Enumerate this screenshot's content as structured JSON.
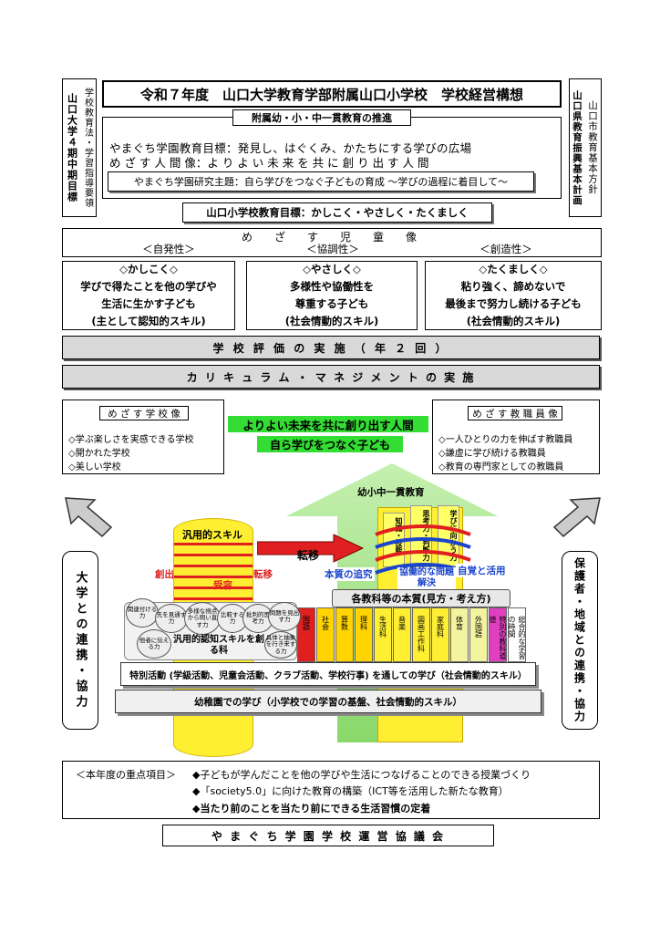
{
  "left_tab": {
    "col1": "山口大学４期中期目標",
    "col2": "学校教育法・学習指導要領"
  },
  "right_tab": {
    "col1": "山口県教育振興基本計画",
    "col2": "山口市教育基本方針"
  },
  "title": "令和７年度　山口大学教育学部附属山口小学校　学校経営構想",
  "integrated": {
    "label": "附属幼・小・中一貫教育の推進",
    "line1": "やまぐち学園教育目標：発見し、はぐくみ、かたちにする学びの広場",
    "line2": "め ざ す 人 間 像：よ り よ い 未 来 を 共 に 創 り 出 す 人 間",
    "research": "やまぐち学園研究主題：自ら学びをつなぐ子どもの育成 ～学びの過程に着目して～"
  },
  "school_goal": "山口小学校教育目標：かしこく・やさしく・たくましく",
  "child_image": {
    "heading": "め　ざ　す　児　童　像",
    "labels": [
      "＜自発性＞",
      "＜協調性＞",
      "＜創造性＞"
    ],
    "cards": [
      {
        "title": "◇かしこく◇",
        "l1": "学びで得たことを他の学びや",
        "l2": "生活に生かす子ども",
        "l3": "(主として認知的スキル)"
      },
      {
        "title": "◇やさしく◇",
        "l1": "多様性や協働性を",
        "l2": "尊重する子ども",
        "l3": "(社会情動的スキル)"
      },
      {
        "title": "◇たくましく◇",
        "l1": "粘り強く、諦めないで",
        "l2": "最後まで努力し続ける子ども",
        "l3": "(社会情動的スキル)"
      }
    ]
  },
  "evaluation": "学 校 評 価 の 実 施 （ 年 ２ 回 ）",
  "curriculum": "カ リ キ ュ ラ ム ・ マ ネ ジ メ ン ト の 実 施",
  "school_image": {
    "heading": "め ざ す 学 校 像",
    "items": [
      "◇学ぶ楽しさを実感できる学校",
      "◇開かれた学校",
      "◇美しい学校"
    ]
  },
  "staff_image": {
    "heading": "め ざ す 教 職 員 像",
    "items": [
      "◇一人ひとりの力を伸ばす教職員",
      "◇謙虚に学び続ける教職員",
      "◇教育の専門家としての教職員"
    ]
  },
  "banner": {
    "line1": "よりよい未来を共に創り出す人間",
    "line2": "自ら学びをつなぐ子ども"
  },
  "left_side": "大学との連携・協力",
  "right_side": "保護者・地域との連携・協力",
  "diagram": {
    "arrow_label": "幼小中一貫教育",
    "skill_label": "汎用的スキル",
    "transfer": "転移",
    "create": "創出",
    "accept": "受容",
    "transfer2": "転移",
    "essence_pursuit": "本質の追究",
    "collab": "協働的な問題解決",
    "self_aware": "自覚と活用",
    "essence": "各教科等の本質(見方・考え方)",
    "columns": [
      "知識・技能",
      "思考力・判断力",
      "学びに向かう力"
    ],
    "bubbles": [
      "関連付ける力",
      "先を見通す力",
      "多様な視点から問い直す力",
      "比較する力",
      "批判的思考力",
      "問題を見出す力",
      "他者に伝える力",
      "具体と抽象を行き来する力"
    ],
    "cognitive_subject": "汎用的認知スキルを創る科",
    "subjects": [
      "国語",
      "社会",
      "算数",
      "理科",
      "生活科",
      "音楽",
      "図画工作科",
      "家庭科",
      "体育",
      "外国語",
      "特別の教科道徳",
      "総合的な学習の時間"
    ],
    "special": "特別活動 (学級活動、児童会活動、クラブ活動、学校行事) を通しての学び（社会情動的スキル）",
    "kindergarten": "幼稚園での学び（小学校での学習の基盤、社会情動的スキル）"
  },
  "priorities": {
    "label": "＜本年度の重点項目＞",
    "items": [
      "◆子どもが学んだことを他の学びや生活につなげることのできる授業づくり",
      "◆「society5.0」に向けた教育の構築（ICT等を活用した新たな教育）",
      "◆当たり前のことを当たり前にできる生活習慣の定着"
    ]
  },
  "council": "や ま ぐ ち 学 園 学 校 運 営 協 議 会",
  "colors": {
    "green_arrow": "#9be07a",
    "yellow": "#ffef33",
    "banner_green": "#33dd33",
    "gray": "#d9d9d9"
  }
}
